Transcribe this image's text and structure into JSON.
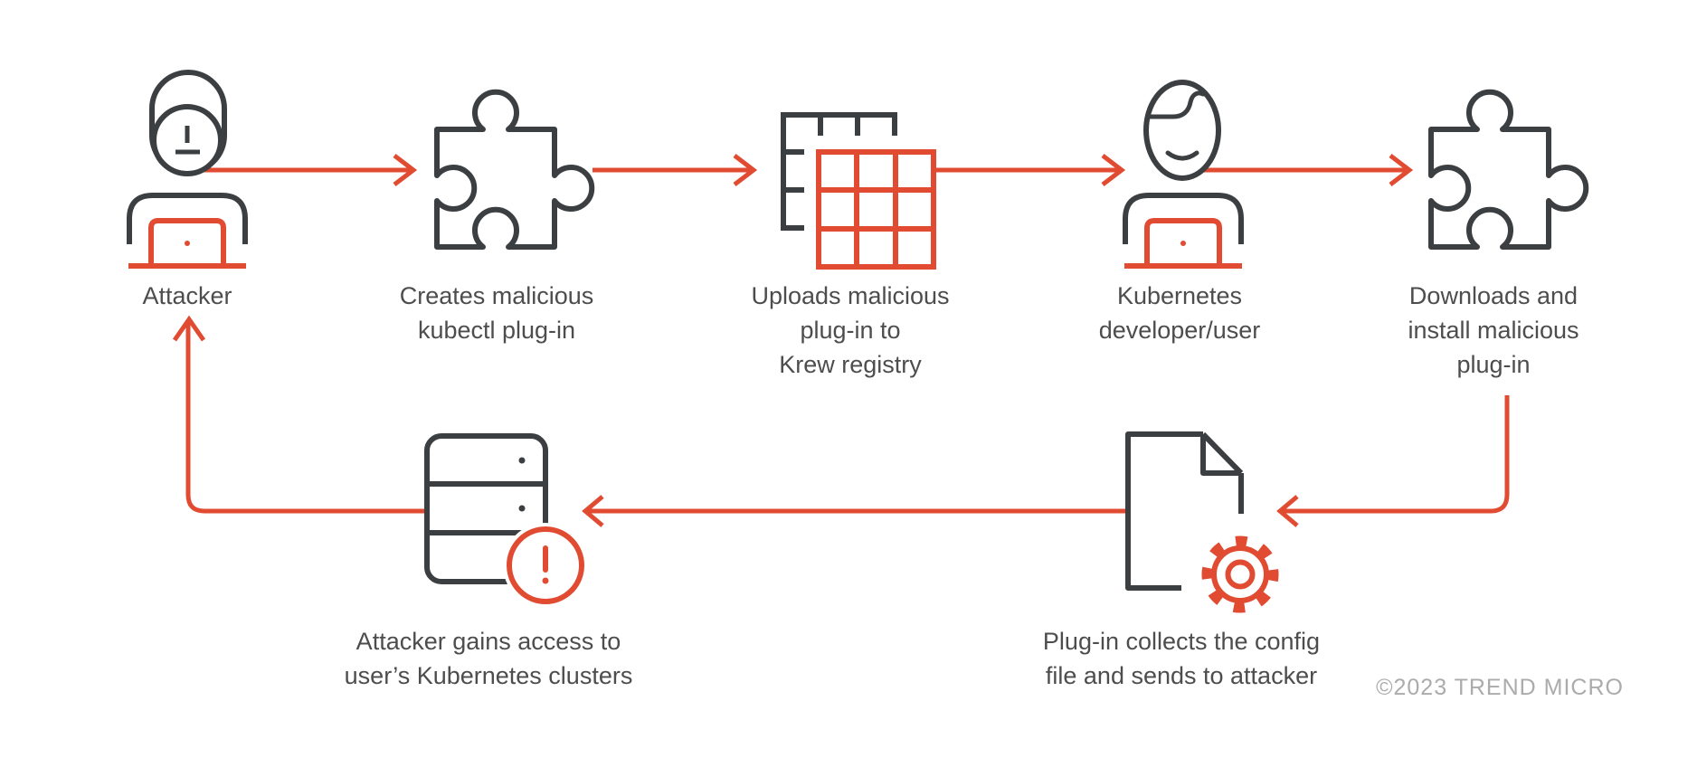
{
  "diagram": {
    "type": "flow",
    "copyright": "©2023 TREND MICRO",
    "colors": {
      "accent": "#E04B31",
      "icon_stroke": "#3C3F41",
      "label_text": "#4D4D4D",
      "watermark": "#ABABAB",
      "background": "#FFFFFF"
    },
    "nodes": [
      {
        "id": "attacker",
        "icon": "hooded-attacker-with-laptop-icon",
        "label": "Attacker"
      },
      {
        "id": "create-plugin",
        "icon": "puzzle-piece-icon",
        "label": "Creates malicious\nkubectl plug-in"
      },
      {
        "id": "krew-registry",
        "icon": "registry-grid-icon",
        "label": "Uploads malicious\nplug-in to\nKrew registry"
      },
      {
        "id": "developer",
        "icon": "developer-with-laptop-icon",
        "label": "Kubernetes\ndeveloper/user"
      },
      {
        "id": "download-plugin",
        "icon": "puzzle-piece-icon",
        "label": "Downloads and\ninstall malicious\nplug-in"
      },
      {
        "id": "collect-config",
        "icon": "document-gear-icon",
        "label": "Plug-in collects the config\nfile and sends to attacker"
      },
      {
        "id": "gain-access",
        "icon": "server-alert-icon",
        "label": "Attacker gains access to\nuser’s Kubernetes clusters"
      }
    ],
    "edges": [
      {
        "from": "attacker",
        "to": "create-plugin"
      },
      {
        "from": "create-plugin",
        "to": "krew-registry"
      },
      {
        "from": "krew-registry",
        "to": "developer"
      },
      {
        "from": "developer",
        "to": "download-plugin"
      },
      {
        "from": "download-plugin",
        "to": "collect-config"
      },
      {
        "from": "collect-config",
        "to": "gain-access"
      },
      {
        "from": "gain-access",
        "to": "attacker"
      }
    ]
  }
}
